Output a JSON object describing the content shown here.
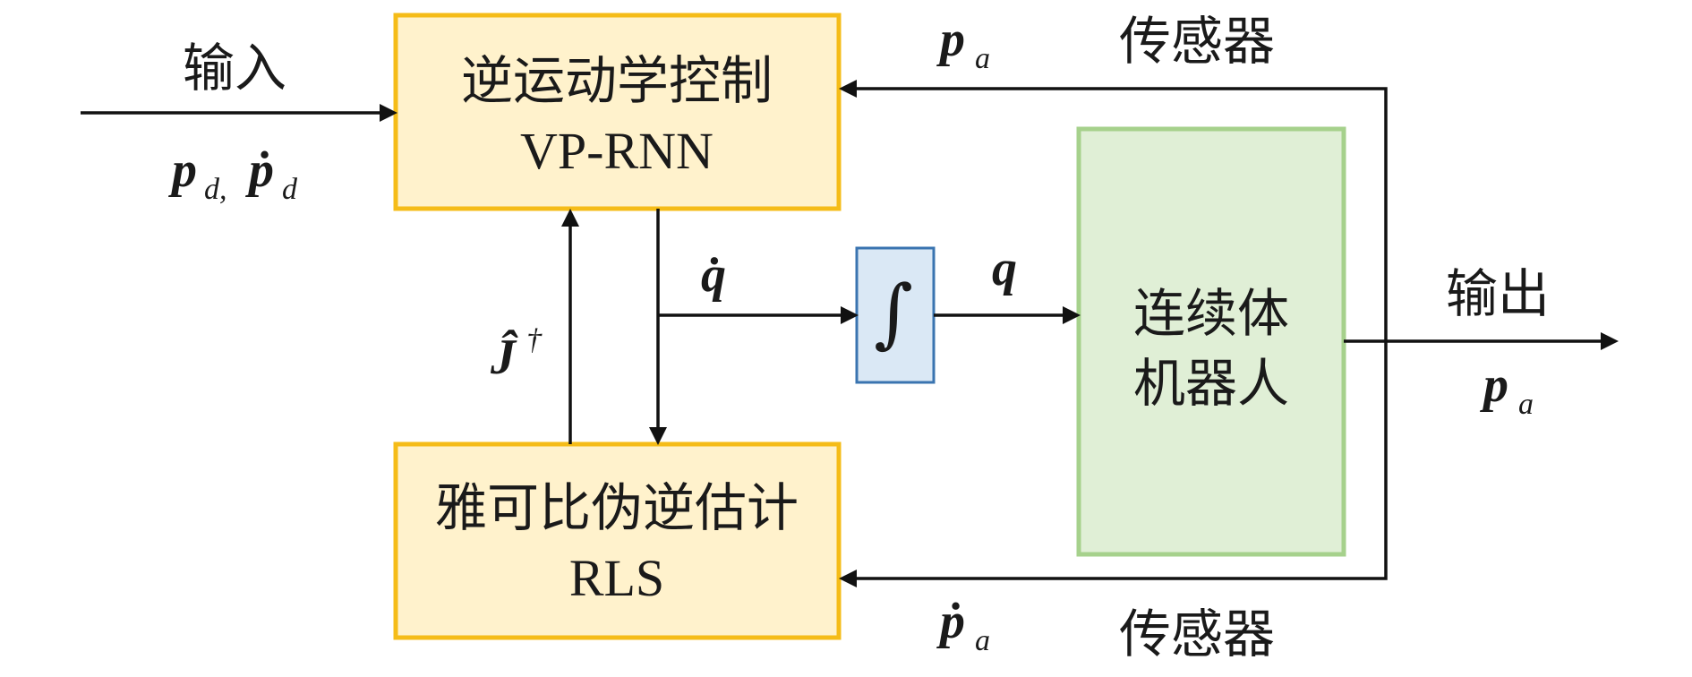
{
  "colors": {
    "control_fill": "#fff2cc",
    "control_stroke": "#f5bc18",
    "integrator_fill": "#dae8f5",
    "integrator_stroke": "#3a74b0",
    "robot_fill": "#e0efd6",
    "robot_stroke": "#a6d18c",
    "line": "#111111"
  },
  "blocks": {
    "control": {
      "line1": "逆运动学控制",
      "line2": "VP-RNN"
    },
    "estimator": {
      "line1": "雅可比伪逆估计",
      "line2": "RLS"
    },
    "integrator": {
      "symbol": "∫"
    },
    "robot": {
      "line1": "连续体",
      "line2": "机器人"
    }
  },
  "labels": {
    "input": "输入",
    "input_p": "p",
    "input_p_sub": "d,",
    "input_pdot": "ṗ",
    "input_pdot_sub": "d",
    "output": "输出",
    "output_p": "p",
    "output_p_sub": "a",
    "sensor_top": "传感器",
    "sensor_top_p": "p",
    "sensor_top_sub": "a",
    "sensor_bottom": "传感器",
    "sensor_bottom_p": "ṗ",
    "sensor_bottom_sub": "a",
    "qdot": "q̇",
    "q": "q",
    "jacobian": "Ĵ",
    "jacobian_sup": "†"
  }
}
